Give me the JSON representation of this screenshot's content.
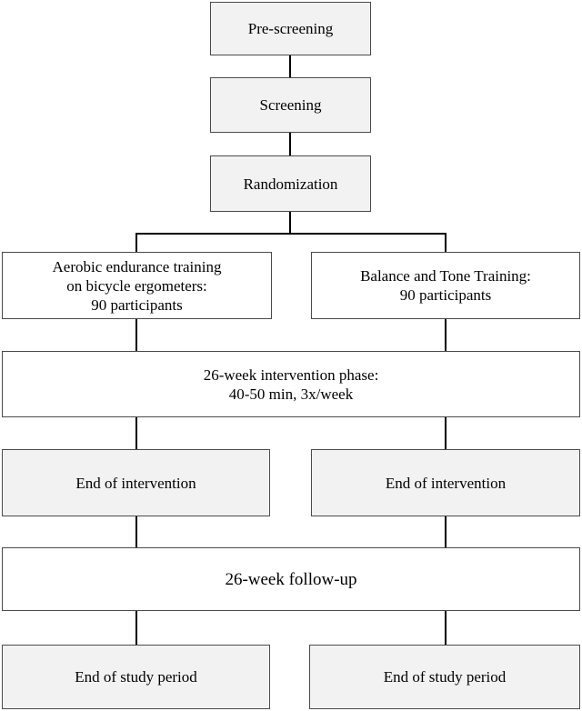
{
  "flow": {
    "prescreening": "Pre-screening",
    "screening": "Screening",
    "randomization": "Randomization",
    "aerobic": {
      "line1": "Aerobic endurance training",
      "line2": "on bicycle ergometers:",
      "line3": "90 participants"
    },
    "balance": {
      "line1": "Balance and Tone Training:",
      "line2": "90 participants"
    },
    "intervention": {
      "line1": "26-week intervention phase:",
      "line2": "40-50 min, 3x/week"
    },
    "end_intervention_left": "End of intervention",
    "end_intervention_right": "End of intervention",
    "followup": "26-week follow-up",
    "end_study_left": "End of study period",
    "end_study_right": "End of study period"
  }
}
